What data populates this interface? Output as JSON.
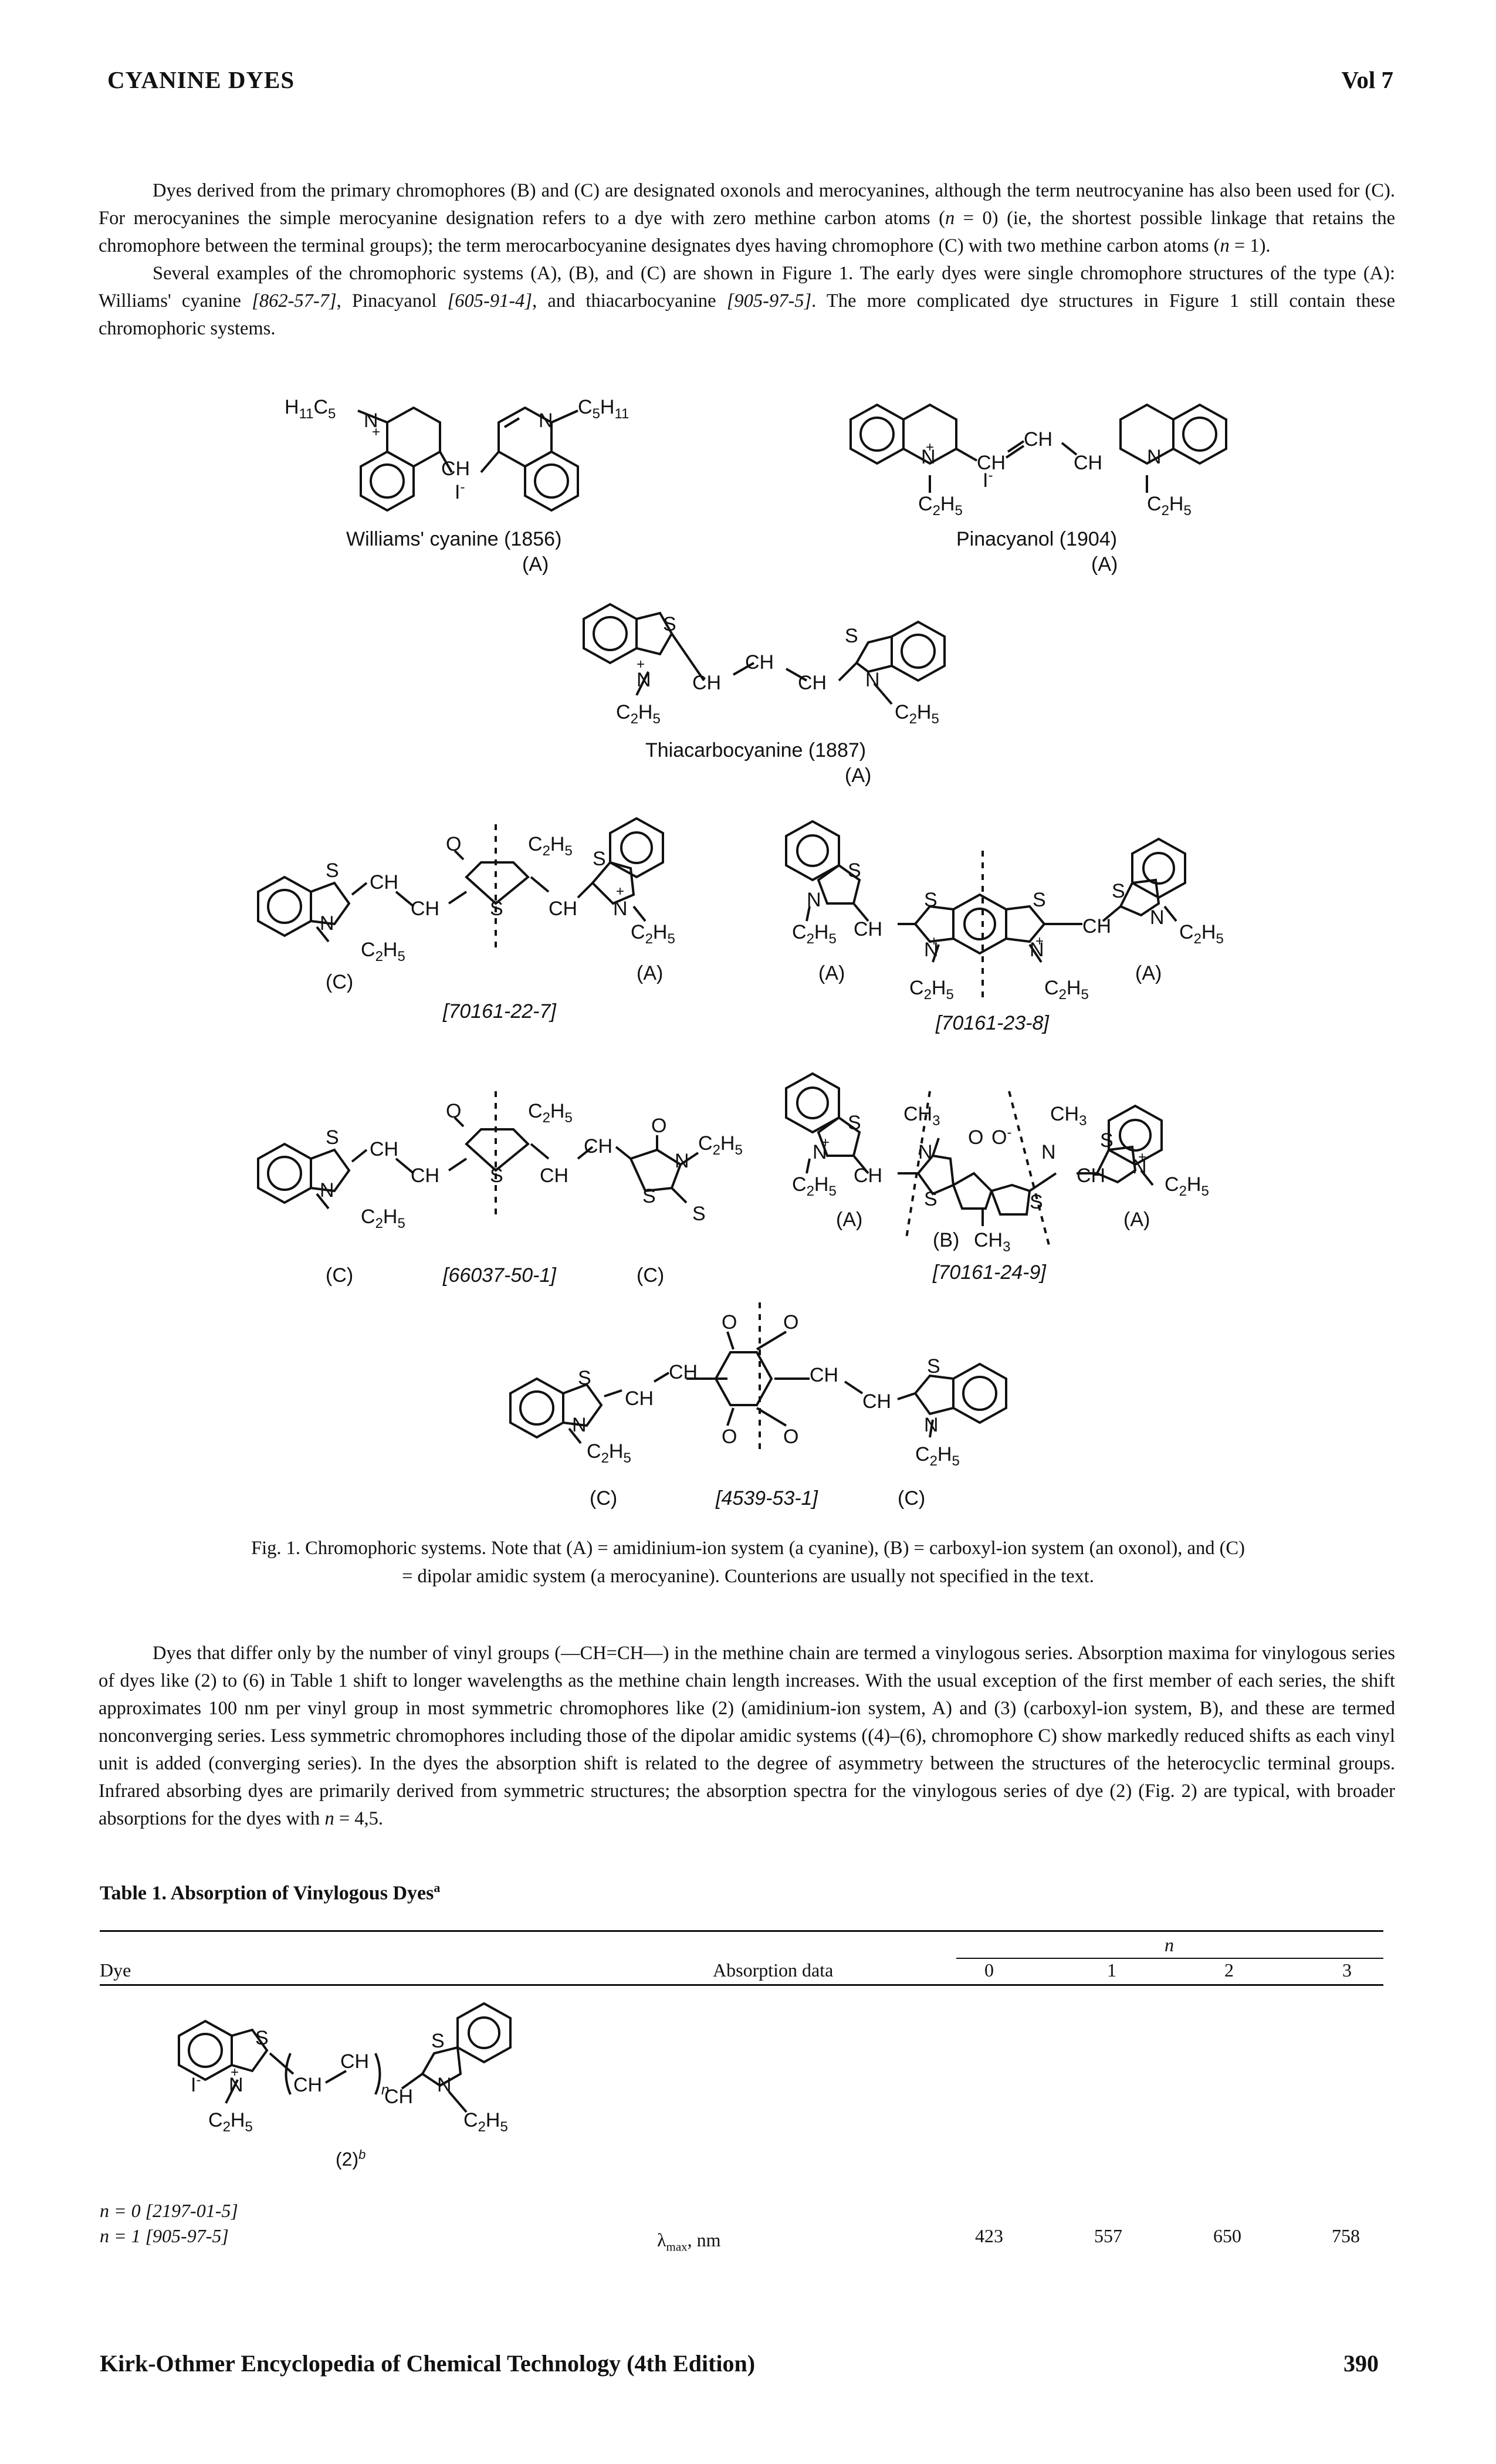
{
  "header": {
    "left": "CYANINE DYES",
    "right": "Vol 7"
  },
  "paragraphs": {
    "p1_a": "Dyes derived from the primary chromophores (B) and (C) are designated oxonols and merocyanines, although the term neutrocyanine has also been used for (C). For merocyanines the simple merocyanine designation refers to a dye with zero methine carbon atoms (",
    "p1_n": "n",
    "p1_b": " = 0) (ie, the shortest possible linkage that retains the chromophore between the terminal groups); the term merocarbocyanine designates dyes having chromophore (C) with two methine carbon atoms (",
    "p1_n2": "n",
    "p1_c": " = 1).",
    "p2_a": "Several examples of the chromophoric systems (A), (B), and (C) are shown in Figure 1. The early dyes were single chromophore structures of the type (A): Williams' cyanine ",
    "p2_r1": "[862-57-7]",
    "p2_b": ", Pinacyanol ",
    "p2_r2": "[605-91-4]",
    "p2_c": ", and thiacarbocyanine ",
    "p2_r3": "[905-97-5]",
    "p2_d": ". The more complicated dye structures in Figure 1 still contain these chromophoric systems.",
    "p3_a": "Dyes that differ only by the number of vinyl groups (—CH=CH—) in the methine chain are termed a vinylogous series. Absorption maxima for vinylogous series of dyes like (2) to (6) in Table 1 shift to longer wavelengths as the methine chain length increases. With the usual exception of the first member of each series, the shift approximates 100 nm per vinyl group in most symmetric chromophores like (2) (amidinium-ion system, A) and (3) (carboxyl-ion system, B), and these are termed nonconverging series. Less symmetric chromophores including those of the dipolar amidic systems ((4)–(6), chromophore C) show markedly reduced shifts as each vinyl unit is added (converging series). In the dyes the absorption shift is related to the degree of asymmetry between the structures of the heterocyclic terminal groups. Infrared absorbing dyes are primarily derived from symmetric structures; the absorption spectra for the vinylogous series of dye (2) (Fig. 2) are typical, with broader absorptions for the dyes with ",
    "p3_n": "n",
    "p3_b": " = 4,5."
  },
  "figure": {
    "williams_name": "Williams' cyanine (1856)",
    "pinacyanol_name": "Pinacyanol (1904)",
    "thiacarbo_name": "Thiacarbocyanine (1887)",
    "A": "(A)",
    "B": "(B)",
    "C": "(C)",
    "cas1": "[70161-22-7]",
    "cas2": "[70161-23-8]",
    "cas3": "[66037-50-1]",
    "cas4": "[70161-24-9]",
    "cas5": "[4539-53-1]",
    "caption_line1": "Fig. 1. Chromophoric systems. Note that (A) = amidinium-ion system (a cyanine), (B) = carboxyl-ion system (an oxonol), and (C)",
    "caption_line2": "= dipolar amidic system (a merocyanine). Counterions are usually not specified in the text."
  },
  "table": {
    "title": "Table 1. Absorption of Vinylogous Dyes",
    "title_sup": "a",
    "n_header": "n",
    "col_dye": "Dye",
    "col_abs": "Absorption data",
    "cols": [
      "0",
      "1",
      "2",
      "3"
    ],
    "struct_label": "(2)",
    "struct_sup": "b",
    "row1_label": "n = 0 ",
    "row1_cas": "[2197-01-5]",
    "row2_label": "n = 1 ",
    "row2_cas": "[905-97-5]",
    "lambda_label": "λ",
    "lambda_sub": "max",
    "lambda_unit": ", nm",
    "values": [
      "423",
      "557",
      "650",
      "758"
    ]
  },
  "footer": {
    "left": "Kirk-Othmer Encyclopedia of Chemical Technology (4th Edition)",
    "right": "390"
  }
}
